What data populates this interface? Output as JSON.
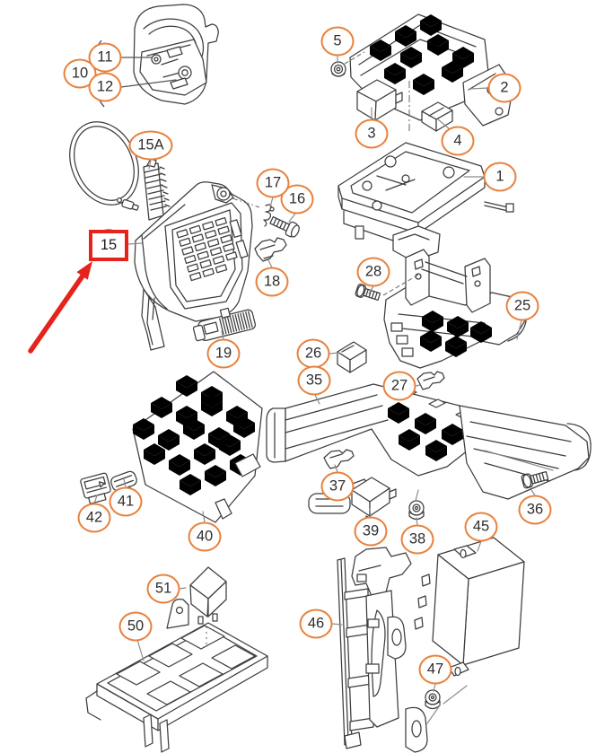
{
  "colors": {
    "background": "#ffffff",
    "line": "#3d3d3d",
    "callout_ring": "#e8813c",
    "leader": "#8c8c8c",
    "highlight_red": "#e5231b"
  },
  "callouts": {
    "c1": {
      "label": "1"
    },
    "c2": {
      "label": "2"
    },
    "c3": {
      "label": "3"
    },
    "c4": {
      "label": "4"
    },
    "c5": {
      "label": "5"
    },
    "c10": {
      "label": "10"
    },
    "c11": {
      "label": "11"
    },
    "c12": {
      "label": "12"
    },
    "c15": {
      "label": "15"
    },
    "c15a": {
      "label": "15A"
    },
    "c16": {
      "label": "16"
    },
    "c17": {
      "label": "17"
    },
    "c18": {
      "label": "18"
    },
    "c19": {
      "label": "19"
    },
    "c25": {
      "label": "25"
    },
    "c26": {
      "label": "26"
    },
    "c27": {
      "label": "27"
    },
    "c28": {
      "label": "28"
    },
    "c35": {
      "label": "35"
    },
    "c36": {
      "label": "36"
    },
    "c37": {
      "label": "37"
    },
    "c38": {
      "label": "38"
    },
    "c39": {
      "label": "39"
    },
    "c40": {
      "label": "40"
    },
    "c41": {
      "label": "41"
    },
    "c42": {
      "label": "42"
    },
    "c45": {
      "label": "45"
    },
    "c46": {
      "label": "46"
    },
    "c47": {
      "label": "47"
    },
    "c50": {
      "label": "50"
    },
    "c51": {
      "label": "51"
    }
  },
  "highlight": {
    "label": "15"
  }
}
